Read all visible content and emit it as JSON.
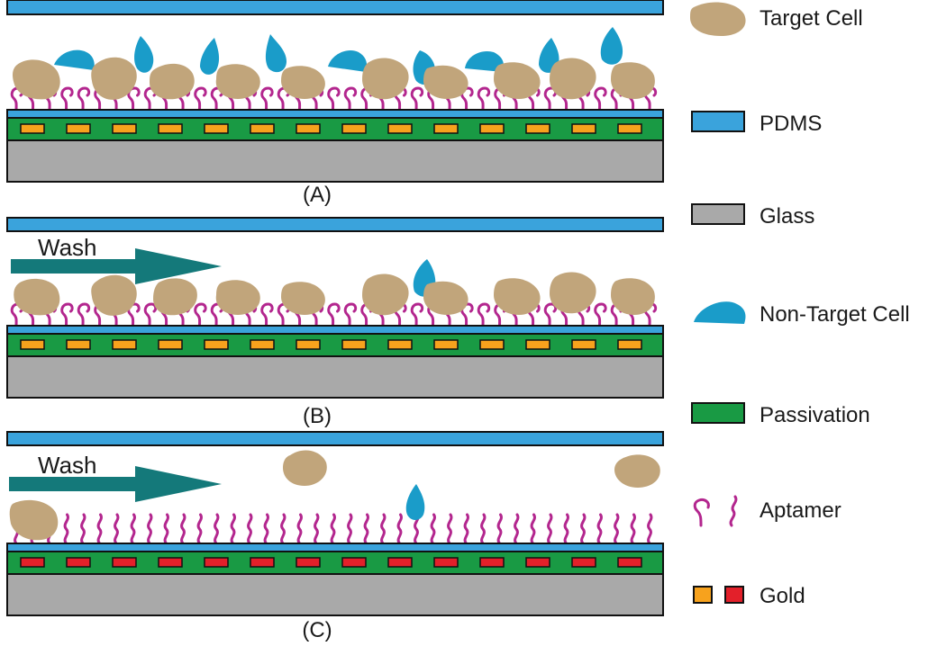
{
  "colors": {
    "pdms": "#3aa3dc",
    "glass": "#a9a9a9",
    "passivation": "#199a44",
    "gold_bound": "#f7a21d",
    "gold_released": "#e3202a",
    "aptamer": "#b3268e",
    "target_cell": "#c1a57b",
    "non_target_cell": "#1a9cc9",
    "wash_arrow": "#14797a",
    "outline": "#111111"
  },
  "panels": [
    {
      "id": "A",
      "label": "(A)",
      "wash_label": "",
      "gold_state": "gold_bound",
      "aptamer_state": "bound"
    },
    {
      "id": "B",
      "label": "(B)",
      "wash_label": "Wash",
      "gold_state": "gold_bound",
      "aptamer_state": "bound"
    },
    {
      "id": "C",
      "label": "(C)",
      "wash_label": "Wash",
      "gold_state": "gold_released",
      "aptamer_state": "free"
    }
  ],
  "legend": [
    {
      "key": "target_cell",
      "label": "Target Cell",
      "swatch": "target-cell"
    },
    {
      "key": "pdms",
      "label": "PDMS",
      "swatch": "pdms"
    },
    {
      "key": "glass",
      "label": "Glass",
      "swatch": "glass"
    },
    {
      "key": "non_target_cell",
      "label": "Non-Target Cell",
      "swatch": "non-target-cell"
    },
    {
      "key": "passivation",
      "label": "Passivation",
      "swatch": "passivation"
    },
    {
      "key": "aptamer",
      "label": "Aptamer",
      "swatch": "aptamer"
    },
    {
      "key": "gold",
      "label": "Gold",
      "swatch": "gold"
    }
  ]
}
